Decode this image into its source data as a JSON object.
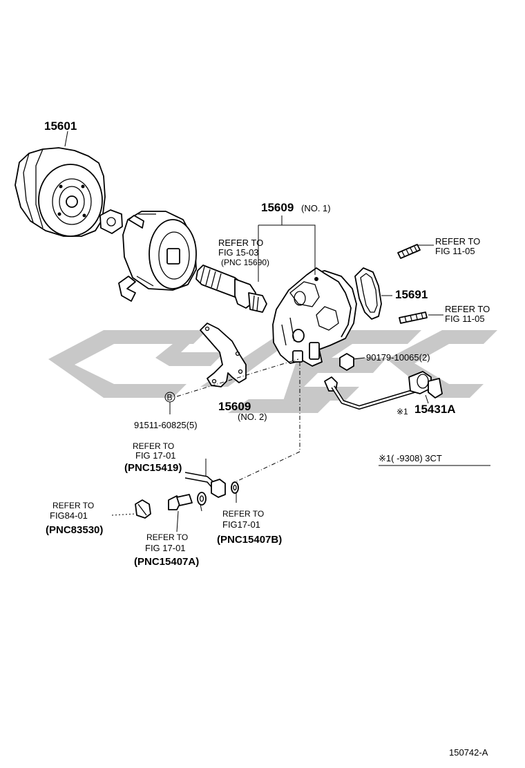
{
  "watermark": "CJ6C",
  "labels": {
    "p15601": "15601",
    "p15609_no1": "15609",
    "no1": "(NO. 1)",
    "refer_15_03": [
      "REFER TO",
      "FIG 15-03",
      "(PNC 15690)"
    ],
    "refer_11_05_a": [
      "REFER TO",
      "FIG 11-05"
    ],
    "p15691": "15691",
    "refer_11_05_b": [
      "REFER TO",
      "FIG 11-05"
    ],
    "p90179": "90179-10065(2)",
    "p15431a": "15431A",
    "mark_1": "※1",
    "p15609_no2": "15609",
    "no2": "(NO. 2)",
    "callout_b": "B",
    "p91511": "91511-60825(5)",
    "note": "※1(     -9308) 3CT",
    "refer_17_01_a": [
      "REFER TO",
      "FIG  17-01",
      "(PNC15419)"
    ],
    "refer_84_01": [
      "REFER TO",
      "FIG84-01",
      "(PNC83530)"
    ],
    "refer_17_01_b": [
      "REFER TO",
      "FIG17-01",
      "(PNC15407B)"
    ],
    "refer_17_01_c": [
      "REFER TO",
      "FIG  17-01",
      "(PNC15407A)"
    ],
    "figure_id": "150742-A"
  },
  "colors": {
    "line": "#000000",
    "watermark": "#c8c8c8",
    "background": "#ffffff"
  }
}
